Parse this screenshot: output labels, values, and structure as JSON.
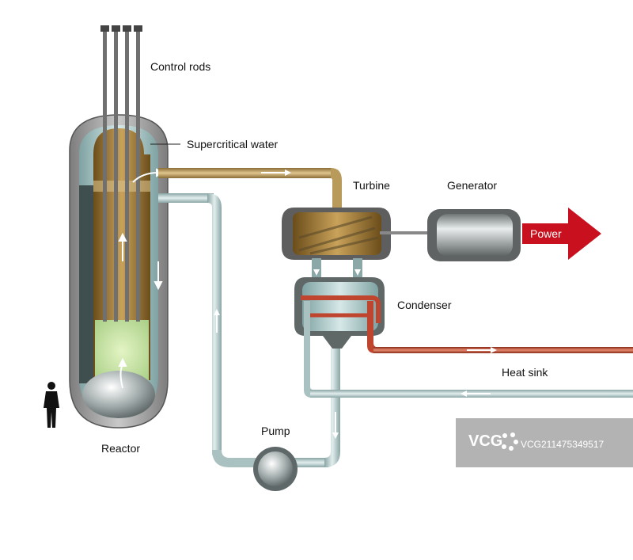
{
  "labels": {
    "control_rods": "Control rods",
    "supercritical_water": "Supercritical water",
    "turbine": "Turbine",
    "generator": "Generator",
    "power": "Power",
    "condenser": "Condenser",
    "heat_sink": "Heat sink",
    "pump": "Pump",
    "reactor": "Reactor"
  },
  "watermark": {
    "brand": "VCG",
    "code": "VCG211475349517"
  },
  "colors": {
    "steam_pipe": "#b89a5a",
    "water_pipe": "#b8cfcf",
    "hot_coolant_pipe": "#c0452e",
    "power_arrow": "#c8101e",
    "vessel_shell": "#9a9a9a",
    "core_green": "#c8e6a0"
  }
}
